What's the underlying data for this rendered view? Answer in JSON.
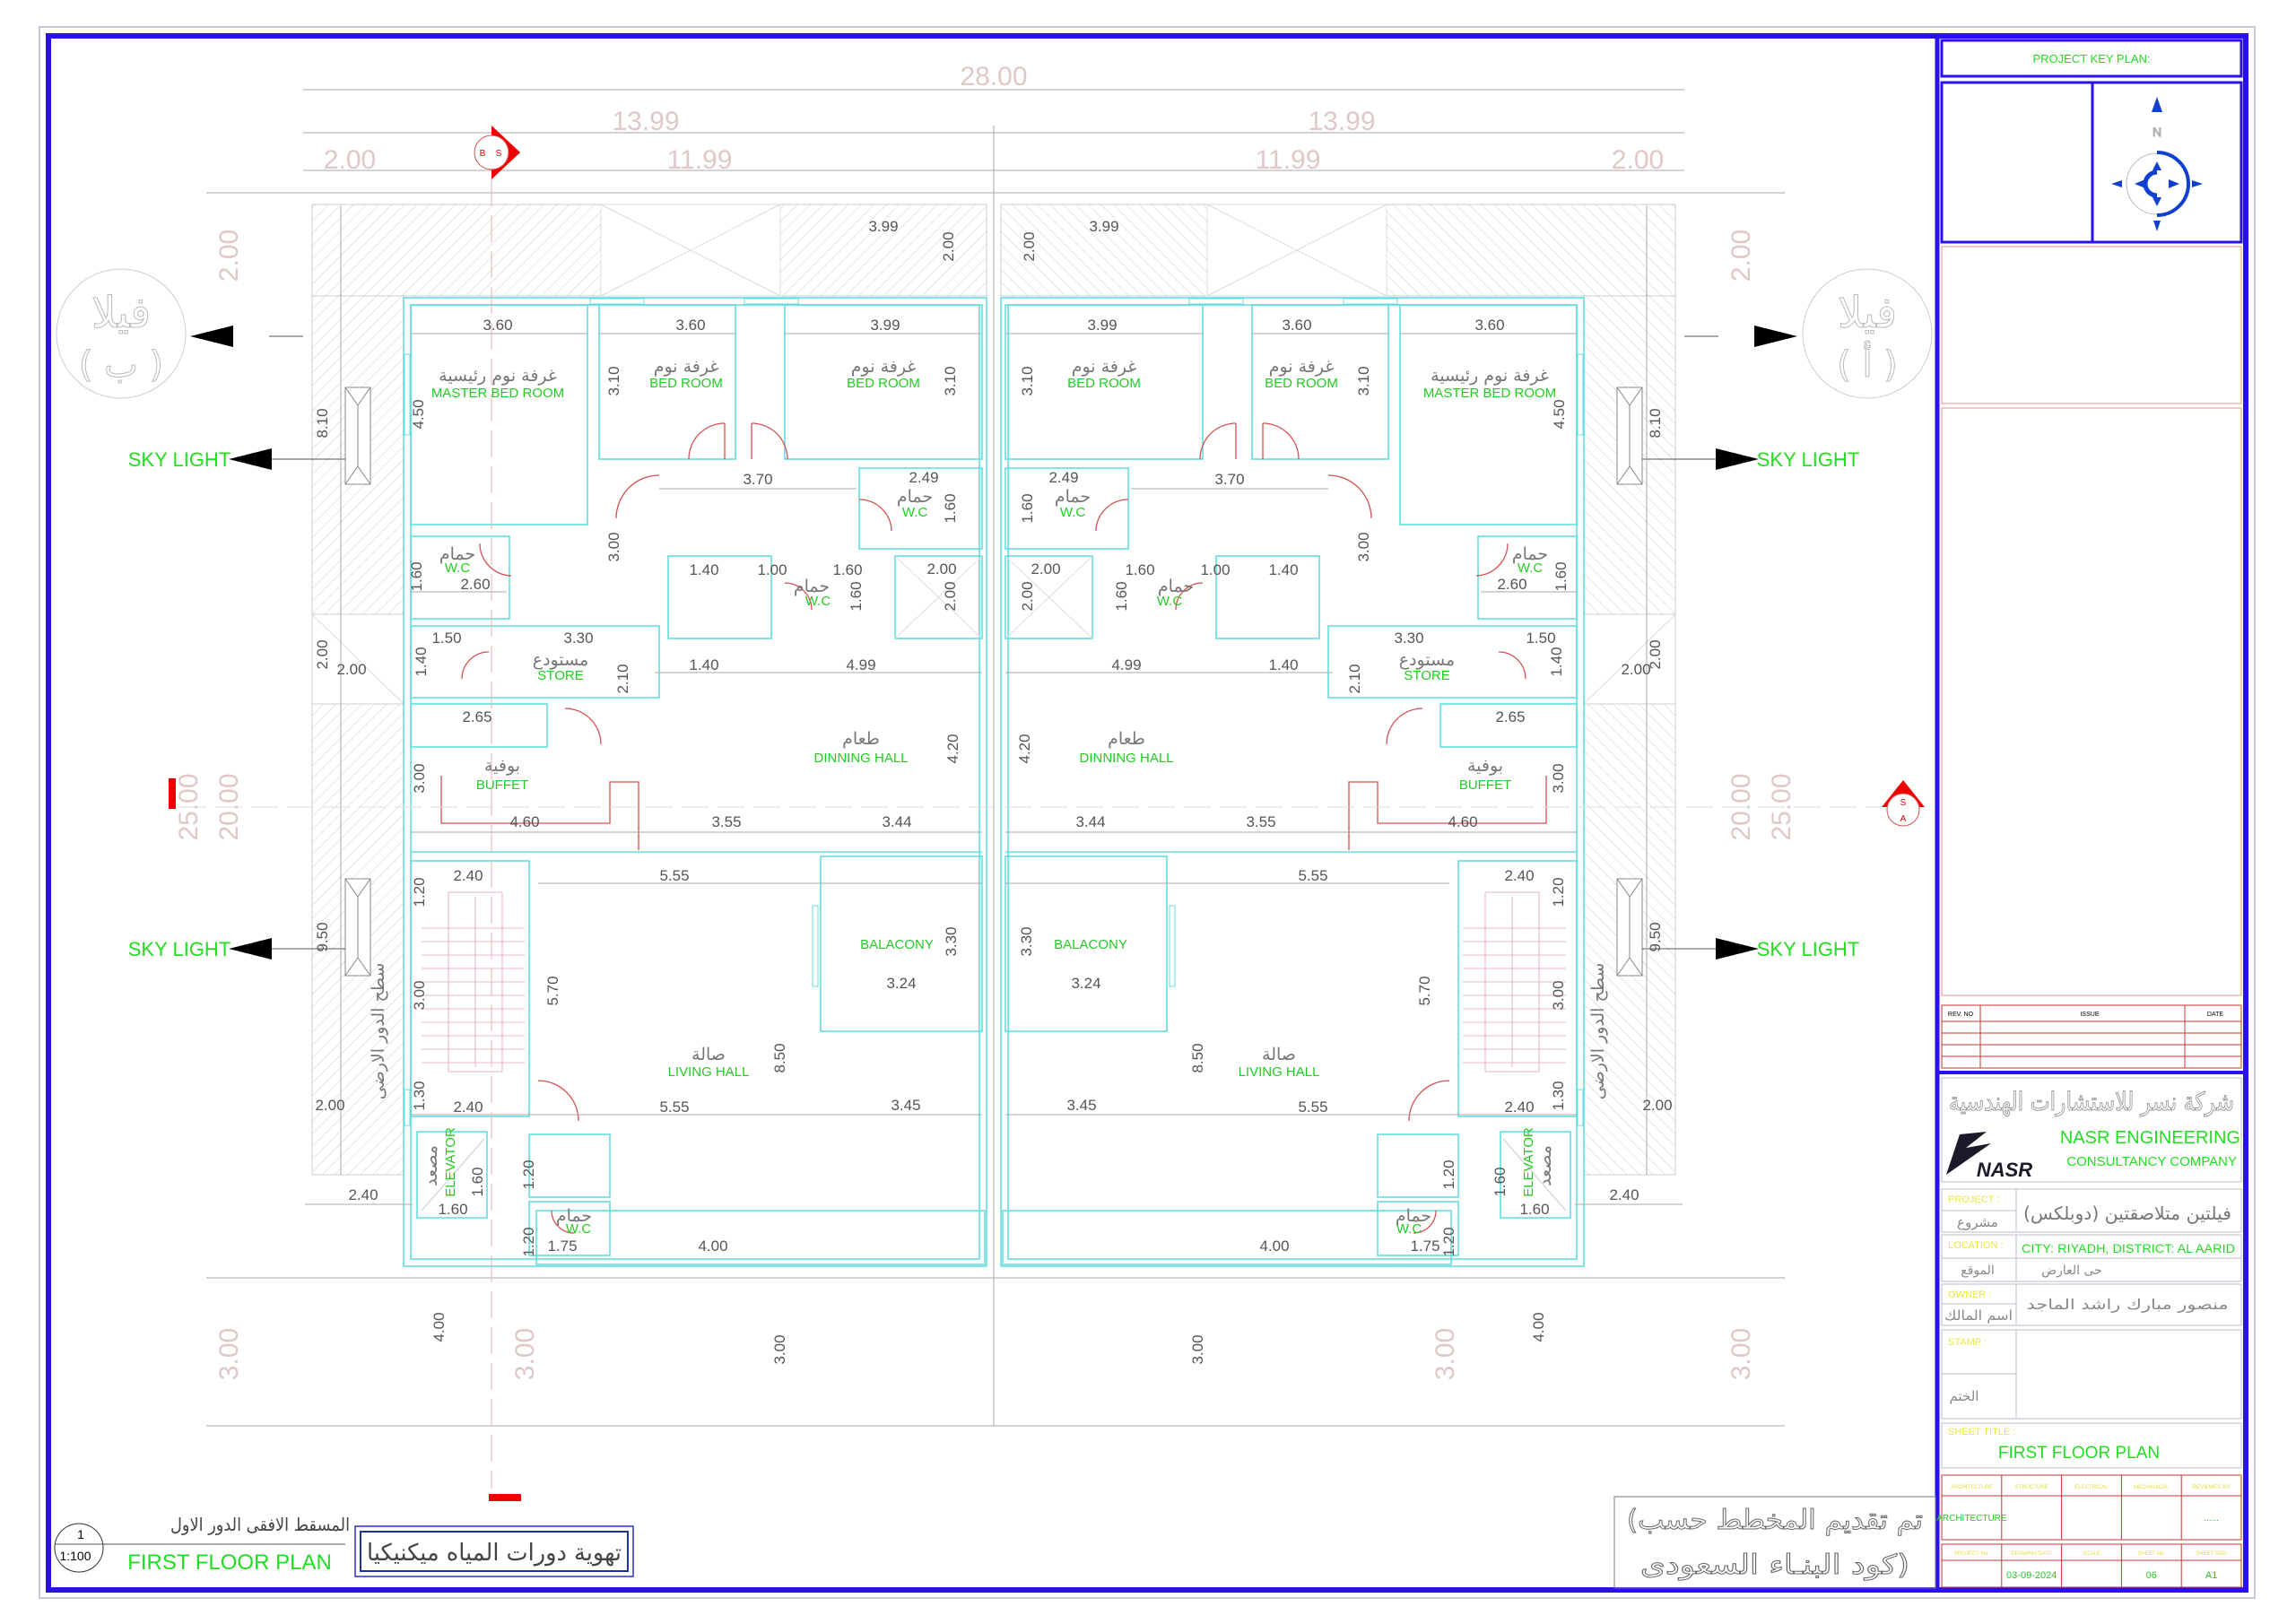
{
  "plan": {
    "overall_width": "28.00",
    "half_width": "13.99",
    "setback": "2.00",
    "inner_width": "11.99",
    "side_dims": {
      "top": "2.00",
      "total": "25.00",
      "inner": "20.00",
      "bottom": "3.00"
    },
    "villa_word": "فيلا",
    "villa_left_letter": "( ب )",
    "villa_right_letter": "( أ )",
    "skylight": "SKY LIGHT",
    "roof_label": "سطح الدور الارضى",
    "section_marks": {
      "left": "B",
      "left_s": "S",
      "right": "A",
      "right_s": "S"
    },
    "rooms": {
      "master_ar": "غرفة نوم رئيسية",
      "master_en": "MASTER BED ROOM",
      "bed_ar": "غرفة نوم",
      "bed_en": "BED ROOM",
      "wc_ar": "حمام",
      "wc_en": "W.C",
      "store_ar": "مستودع",
      "store_en": "STORE",
      "buffet_ar": "بوفية",
      "buffet_en": "BUFFET",
      "dining_ar": "طعام",
      "dining_en": "DINNING  HALL",
      "balcony_en": "BALACONY",
      "living_ar": "صالة",
      "living_en": "LIVING HALL",
      "elevator_ar": "مصعد",
      "elevator_en": "ELEVATOR"
    },
    "dims": [
      "3.60",
      "3.60",
      "3.99",
      "4.50",
      "3.10",
      "3.10",
      "3.70",
      "2.49",
      "1.60",
      "1.60",
      "2.60",
      "3.00",
      "1.40",
      "1.00",
      "1.60",
      "1.60",
      "2.00",
      "2.00",
      "1.50",
      "3.30",
      "1.40",
      "2.10",
      "1.40",
      "4.99",
      "2.65",
      "3.00",
      "4.20",
      "4.60",
      "3.55",
      "3.44",
      "2.40",
      "1.20",
      "3.00",
      "5.70",
      "5.55",
      "3.30",
      "3.24",
      "8.50",
      "1.30",
      "2.40",
      "5.55",
      "3.45",
      "2.00",
      "2.40",
      "1.60",
      "1.60",
      "1.20",
      "1.20",
      "1.75",
      "4.00",
      "8.10",
      "9.50",
      "2.00",
      "2.00",
      "3.99",
      "2.00",
      "4.00",
      "3.00"
    ]
  },
  "caption": {
    "number": "1",
    "scale": "1:100",
    "title_ar": "المسقط الافقى الدور الاول",
    "title_en": "FIRST FLOOR PLAN",
    "note_box": "تهوية دورات المياه ميكنيكيا",
    "code_note_line1": "(تم تقديم المخطط حسب",
    "code_note_line2": "كود البنـاء السعودى)"
  },
  "title_block": {
    "key_plan": "PROJECT KEY PLAN:",
    "compass_n": "N",
    "rev_headers": [
      "REV. NO",
      "ISSUE",
      "DATE"
    ],
    "company_ar": "شركة نسر للاستشارات الهندسية",
    "company_en1": "NASR ENGINEERING",
    "company_en2": "CONSULTANCY COMPANY",
    "logo_text": "NASR",
    "project_label": "PROJECT :",
    "project_label_ar": "مشروع",
    "project_value": "فيلتين متلاصقتين (دوبلكس)",
    "location_label": "LOCATION :",
    "location_label_ar": "الموقع",
    "location_value": "CITY: RIYADH,  DISTRICT: AL AARID",
    "location_value_ar": "حى العارض",
    "owner_label": "OWNER :",
    "owner_label_ar": "اسم المالك",
    "owner_value": "منصور مبارك راشد الماجد",
    "stamp_label": "STAMP :",
    "stamp_label_ar": "الختم",
    "sheet_title_label": "SHEET TITLE :",
    "sheet_title": "FIRST FLOOR PLAN",
    "disciplines": [
      "ARCHITECTURE",
      "STRUCTURE",
      "ELECTRICAL",
      "MECHANICAL",
      "REVIEWED BY"
    ],
    "discipline_values": [
      "ARCHITECTURE",
      "",
      "",
      "",
      "......"
    ],
    "info_headers": [
      "PROJECT No.",
      "DRAWING DATE",
      "SCALE",
      "SHEET No.",
      "SHEET SIZE"
    ],
    "info_values": [
      "",
      "03-09-2024",
      "",
      "06",
      "A1"
    ]
  },
  "colors": {
    "frame": "#2a10f0",
    "wall": "#63dede",
    "label": "#22dd22",
    "door": "#d45050"
  }
}
